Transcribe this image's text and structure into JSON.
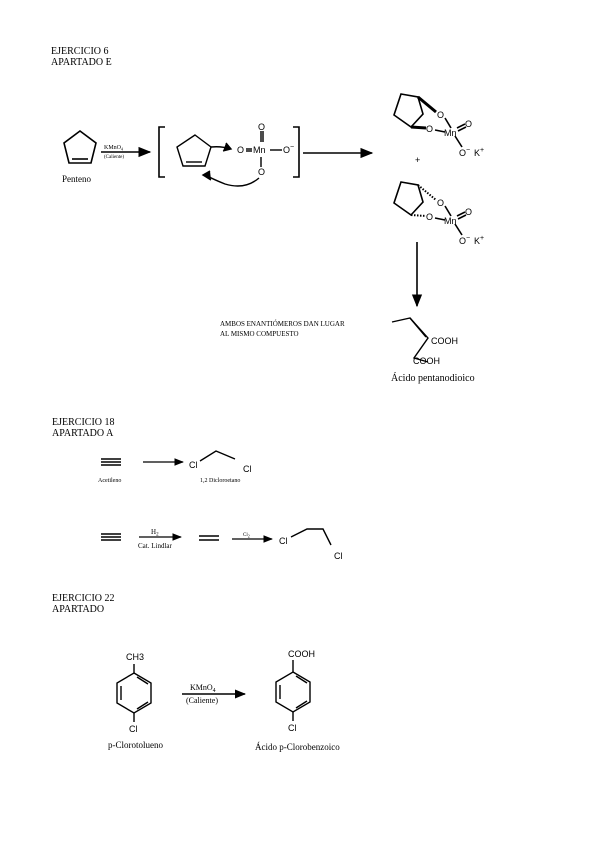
{
  "exercise6": {
    "title": "EJERCICIO 6",
    "subtitle": "APARTADO E",
    "reagent": "KMnO",
    "reagent_sub": "4",
    "condition": "(Caliente)",
    "reactant_name": "Penteno",
    "mn": "Mn",
    "o": "O",
    "o_minus": "O",
    "minus": "−",
    "k_plus": "K",
    "plus_sign": "+",
    "note_line1": "AMBOS ENANTIÓMEROS DAN LUGAR",
    "note_line2": "AL MISMO COMPUESTO",
    "cooh": "COOH",
    "product_name": "Ácido pentanodioico"
  },
  "exercise18": {
    "title": "EJERCICIO 18",
    "subtitle": "APARTADO A",
    "cl": "Cl",
    "acetylene_name": "Acetileno",
    "dichloro_name": "1,2 Dicloroetano",
    "h2": "H",
    "h2_sub": "2",
    "catalyst": "Cat. Lindlar",
    "cl2": "Cl",
    "cl2_sub": "2"
  },
  "exercise22": {
    "title": "EJERCICIO 22",
    "subtitle": "APARTADO",
    "ch3": "CH3",
    "cl": "Cl",
    "reagent": "KMnO",
    "reagent_sub": "4",
    "condition": "(Caliente)",
    "reactant_name": "p-Clorotolueno",
    "cooh": "COOH",
    "product_name": "Ácido p-Clorobenzoico"
  }
}
